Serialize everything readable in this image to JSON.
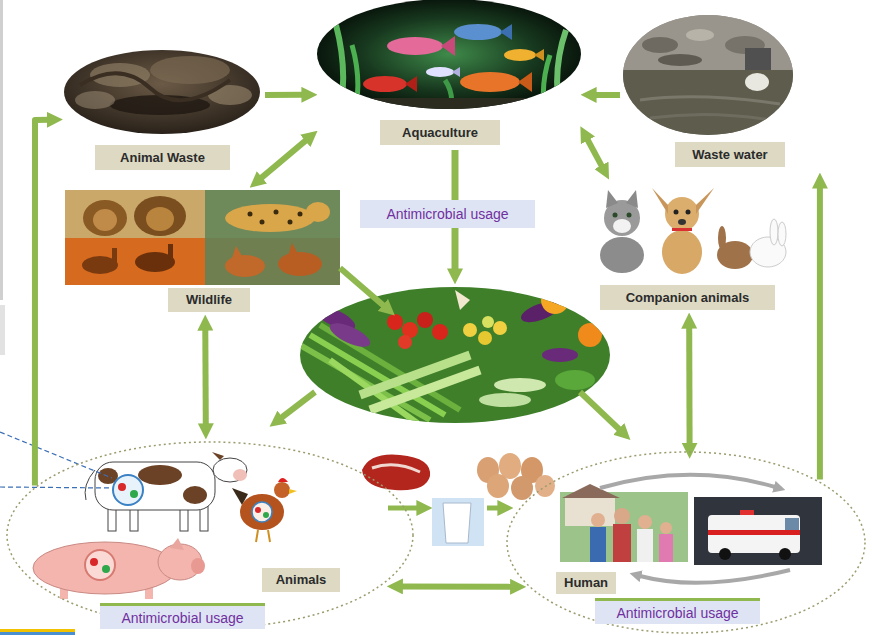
{
  "diagram": {
    "nodes": [
      {
        "text": [
          "Animal Waste"
        ]
      },
      {
        "text": [
          "Aquaculture"
        ]
      },
      {
        "text": [
          "Waste water"
        ]
      },
      {
        "text": [
          "Wildlife"
        ]
      },
      {
        "text": [
          "Antimicrobial usage"
        ]
      },
      {
        "text": [
          "Companion animals"
        ]
      },
      {
        "text": [
          "Animals"
        ]
      },
      {
        "text": [
          "Antimicrobial usage"
        ],
        "in": 6
      },
      {
        "text": [
          "Human"
        ]
      },
      {
        "text": [
          "Antimicrobial usage"
        ],
        "in": 8
      }
    ],
    "edges": [
      {
        "from": 0,
        "to": 1,
        "arrow": "to"
      },
      {
        "from": 2,
        "to": 1,
        "arrow": "to"
      },
      {
        "from": 1,
        "to": 3,
        "arrow": "both"
      },
      {
        "from": 1,
        "to": 5,
        "arrow": "both"
      },
      {
        "from": 3,
        "to": 6,
        "arrow": "both"
      },
      {
        "from": 5,
        "to": 8,
        "arrow": "both"
      },
      {
        "from": 6,
        "to": 8,
        "arrow": "both"
      },
      {
        "from": 6,
        "to": 0,
        "arrow": "to"
      },
      {
        "from": 8,
        "to": 2,
        "arrow": "to"
      }
    ]
  }
}
